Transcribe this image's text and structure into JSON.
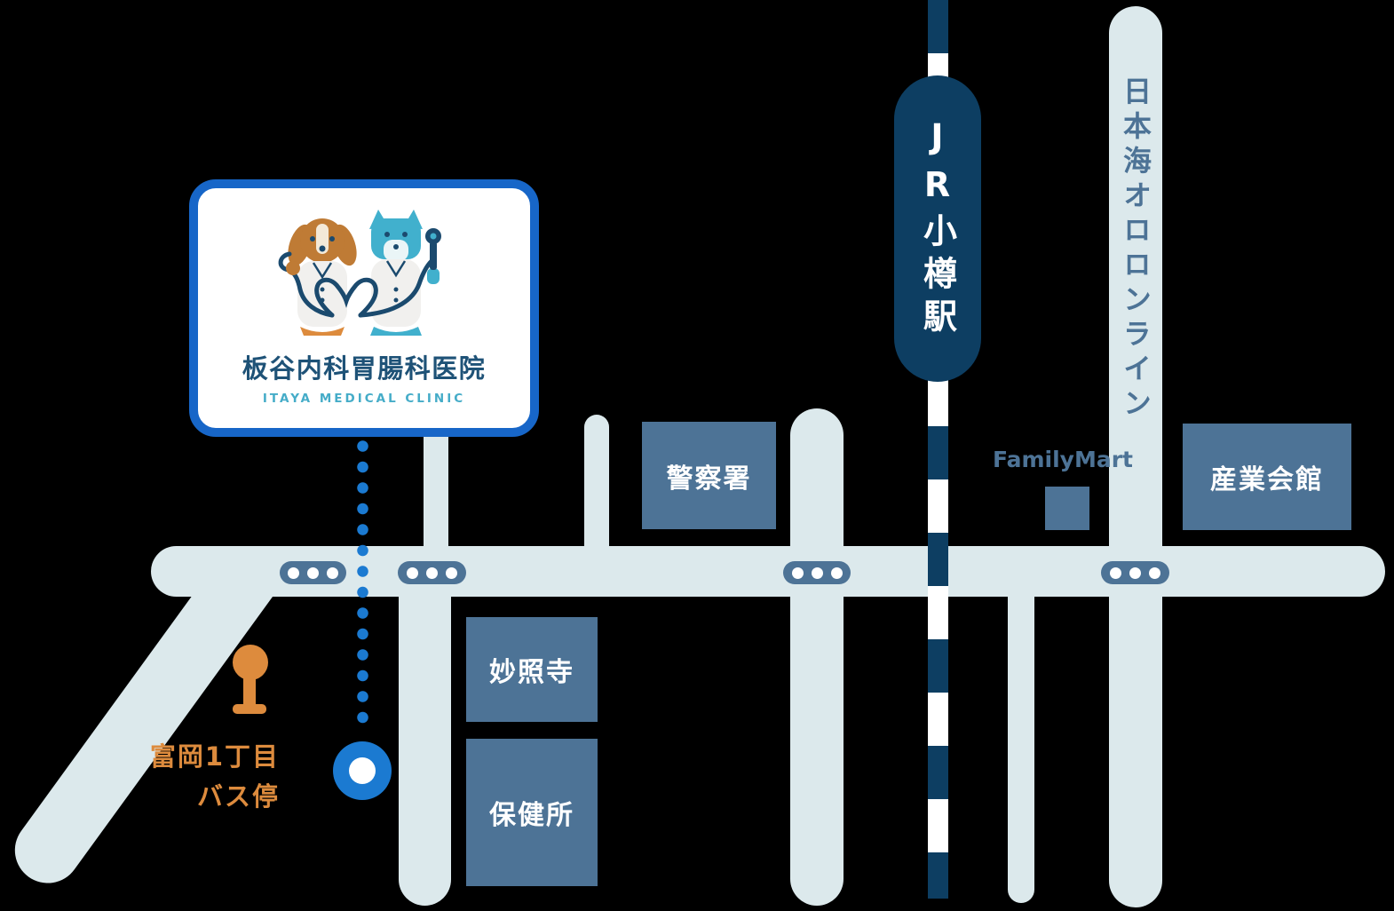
{
  "map": {
    "clinic_card": {
      "name": "板谷内科胃腸科医院",
      "name_en": "ITAYA MEDICAL CLINIC"
    },
    "station": {
      "label": "JR小樽駅"
    },
    "roads": {
      "ororon_label": "日本海オロロンライン"
    },
    "buildings": [
      {
        "id": "police",
        "label": "警察署"
      },
      {
        "id": "myoshoji",
        "label": "妙照寺"
      },
      {
        "id": "hokenjo",
        "label": "保健所"
      },
      {
        "id": "sangyo",
        "label": "産業会館"
      }
    ],
    "familymart_label": "FamilyMart",
    "bus_stop": {
      "line1": "富岡1丁目",
      "line2": "バス停"
    },
    "icons": [
      "traffic-light-icon",
      "bus-stop-icon",
      "location-dot-icon",
      "railway-line-icon"
    ],
    "colors": {
      "background": "#000000",
      "road": "#dce9ec",
      "building": "#4d7396",
      "railway_navy": "#0d3e62",
      "card_border_blue": "#1766c8",
      "route_dot_blue": "#1b7ad1",
      "bus_orange": "#dd8b3d",
      "clinic_name_navy": "#1e5277",
      "clinic_en_teal": "#45acc8",
      "dog_brown": "#bf7b35",
      "dog_teal": "#41b0cd"
    }
  }
}
